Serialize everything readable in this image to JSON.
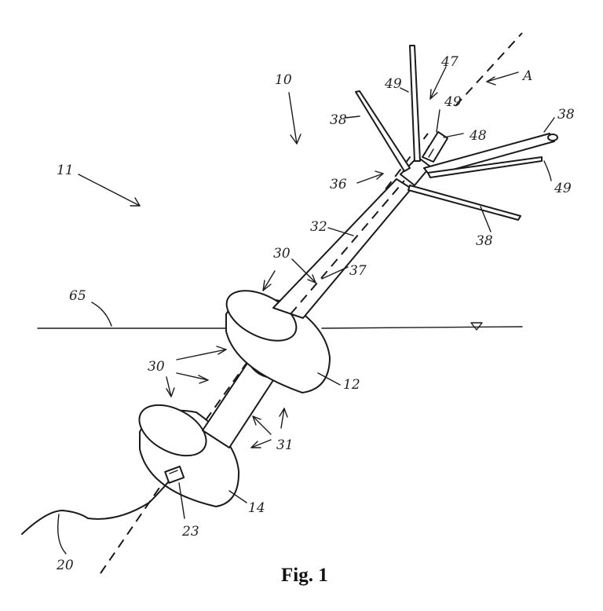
{
  "caption": "Fig. 1",
  "labels": {
    "l10": "10",
    "l11": "11",
    "l12": "12",
    "l14": "14",
    "l20": "20",
    "l23": "23",
    "l30a": "30",
    "l30b": "30",
    "l31": "31",
    "l32": "32",
    "l36": "36",
    "l37": "37",
    "l38a": "38",
    "l38b": "38",
    "l38c": "38",
    "l47": "47",
    "l48": "48",
    "l49a": "49",
    "l49b": "49",
    "l49c": "49",
    "l65": "65",
    "lA": "A"
  },
  "colors": {
    "ink": "#1a1a1a",
    "paper": "#ffffff"
  }
}
